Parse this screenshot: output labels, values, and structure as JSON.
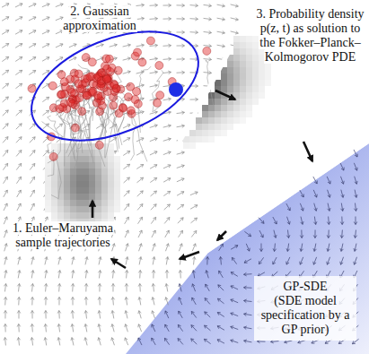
{
  "diagram": {
    "nodes": [
      {
        "text": [
          "GP-SDE",
          "(SDE model specification by a GP prior)"
        ]
      }
    ],
    "labels": [
      "1. Euler–Maruyama sample trajectories",
      "2. Gaussian approximation",
      "3. Probability density p(z, t) as solution to the Fokker–Planck–Kolmogorov PDE"
    ]
  }
}
